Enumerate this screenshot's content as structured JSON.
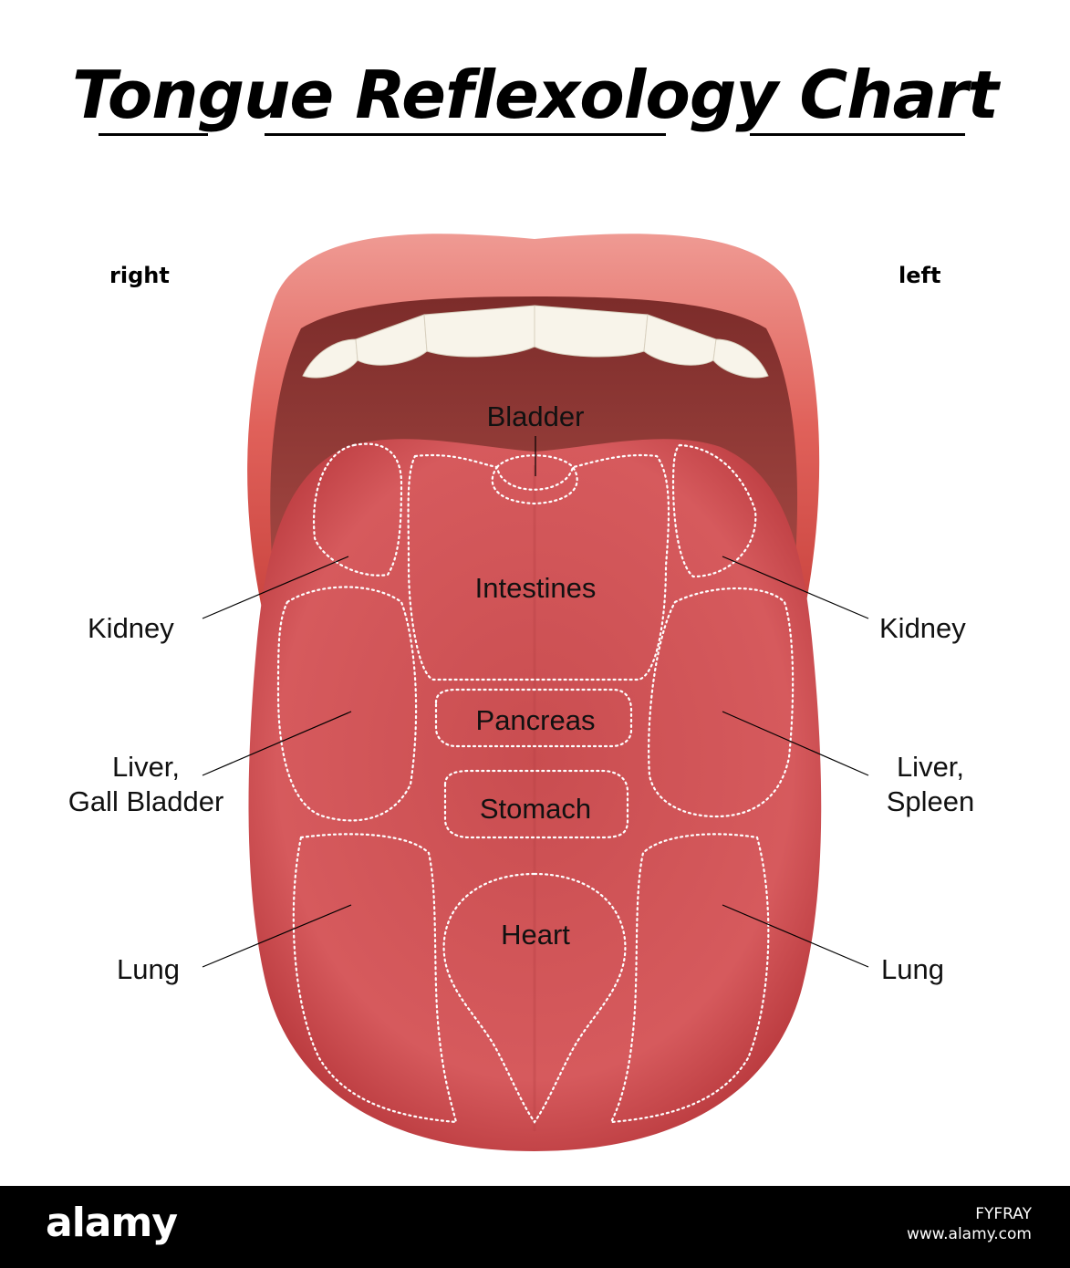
{
  "title": "Tongue Reflexology Chart",
  "sides": {
    "right": "right",
    "left": "left"
  },
  "center_zones": {
    "bladder": "Bladder",
    "intestines": "Intestines",
    "pancreas": "Pancreas",
    "stomach": "Stomach",
    "heart": "Heart"
  },
  "right_side_labels": {
    "kidney": "Kidney",
    "liver_line1": "Liver,",
    "liver_line2": "Gall Bladder",
    "lung": "Lung"
  },
  "left_side_labels": {
    "kidney": "Kidney",
    "liver_line1": "Liver,",
    "liver_line2": "Spleen",
    "lung": "Lung"
  },
  "footer": {
    "logo": "alamy",
    "image_id": "FYFRAY",
    "site": "www.alamy.com"
  },
  "colors": {
    "lip": "#d9534c",
    "tongue": "#d4575a",
    "mouth_inside": "#8e3b37",
    "teeth": "#f7f3e8",
    "zone_outline": "#ffffff"
  }
}
